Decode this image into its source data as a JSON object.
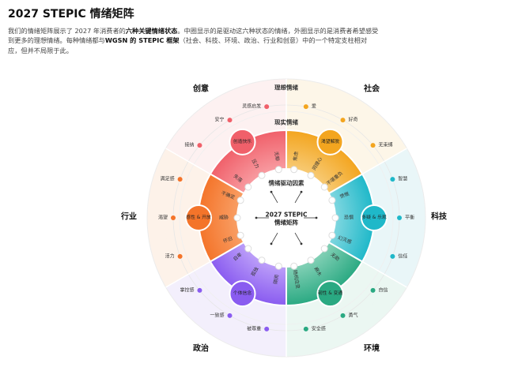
{
  "header": {
    "title": "2027 STEPIC 情绪矩阵",
    "description": [
      {
        "text": "我们的情绪矩阵展示了 2027 年消费者的",
        "bold": false
      },
      {
        "text": "六种关键情绪状态",
        "bold": true
      },
      {
        "text": "。中圈显示的是驱动这六种状态的情绪，外圈显示的是消费者希望感受到更多的理想情绪。每种情绪都与",
        "bold": false
      },
      {
        "text": "WGSN 的 STEPIC 框架",
        "bold": true
      },
      {
        "text": "（社会、科技、环境、政治、行业和创意）中的一个特定支柱相对应，但并不局限于此。",
        "bold": false
      }
    ]
  },
  "diagram": {
    "center_title_line1": "2027 STEPIC",
    "center_title_line2": "情绪矩阵",
    "drivers_label": "情绪驱动因素",
    "reality_label": "现实情绪",
    "ideal_label": "理想情绪",
    "sectors": [
      {
        "pillar": "创意",
        "state": "创造快乐",
        "color": "#f0606a",
        "light": "#f9a3a8",
        "pale": "#fdf1f1",
        "drivers": [
          "无聊",
          "压力",
          "失落"
        ],
        "ideals": [
          "灵感启发",
          "安宁",
          "接纳"
        ]
      },
      {
        "pillar": "行业",
        "state": "感性 & 开放",
        "color": "#f4742a",
        "light": "#f9a46c",
        "pale": "#fdf2e9",
        "drivers": [
          "不确定",
          "威胁",
          "怀旧"
        ],
        "ideals": [
          "满足感",
          "渴望",
          "活力"
        ]
      },
      {
        "pillar": "政治",
        "state": "个体信念",
        "color": "#8a5cf0",
        "light": "#c3a8fa",
        "pale": "#f3effc",
        "drivers": [
          "自卑",
          "孤独",
          "隔阂"
        ],
        "ideals": [
          "掌控感",
          "一致感",
          "被尊重"
        ]
      },
      {
        "pillar": "环境",
        "state": "韧性 & 变通",
        "color": "#2aa982",
        "light": "#8fd6bd",
        "pale": "#ebf7f2",
        "drivers": [
          "随机应变",
          "麻木",
          "无助"
        ],
        "ideals": [
          "安全感",
          "勇气",
          "自信"
        ]
      },
      {
        "pillar": "科技",
        "state": "多疑 & 乐观",
        "color": "#1fb8c9",
        "light": "#8ddbe3",
        "pale": "#e9f6f8",
        "drivers": [
          "幻灭感",
          "恐惧",
          "愤慨"
        ],
        "ideals": [
          "信任",
          "平衡",
          "智慧"
        ]
      },
      {
        "pillar": "社会",
        "state": "渴望解脱",
        "color": "#f3a51f",
        "light": "#f8cf80",
        "pale": "#fdf6e8",
        "drivers": [
          "不堪重负",
          "同理心",
          "焦虑"
        ],
        "ideals": [
          "无束缚",
          "好奇",
          "爱"
        ]
      }
    ]
  }
}
